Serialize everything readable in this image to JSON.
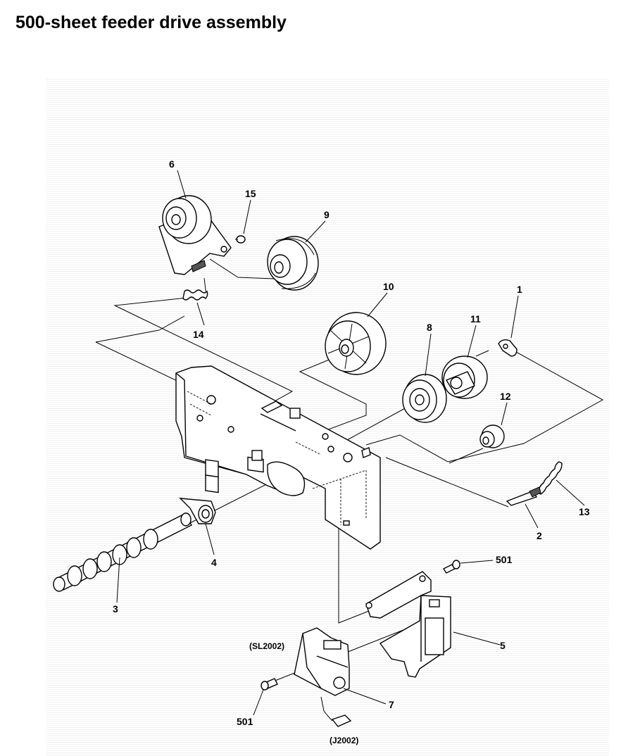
{
  "title": "500-sheet feeder drive assembly",
  "callouts": {
    "c1": "1",
    "c2": "2",
    "c3": "3",
    "c4": "4",
    "c5": "5",
    "c6": "6",
    "c7": "7",
    "c8": "8",
    "c9": "9",
    "c10": "10",
    "c11": "11",
    "c12": "12",
    "c13": "13",
    "c14": "14",
    "c15": "15",
    "c501a": "501",
    "c501b": "501",
    "sl2002": "(SL2002)",
    "j2002": "(J2002)"
  }
}
